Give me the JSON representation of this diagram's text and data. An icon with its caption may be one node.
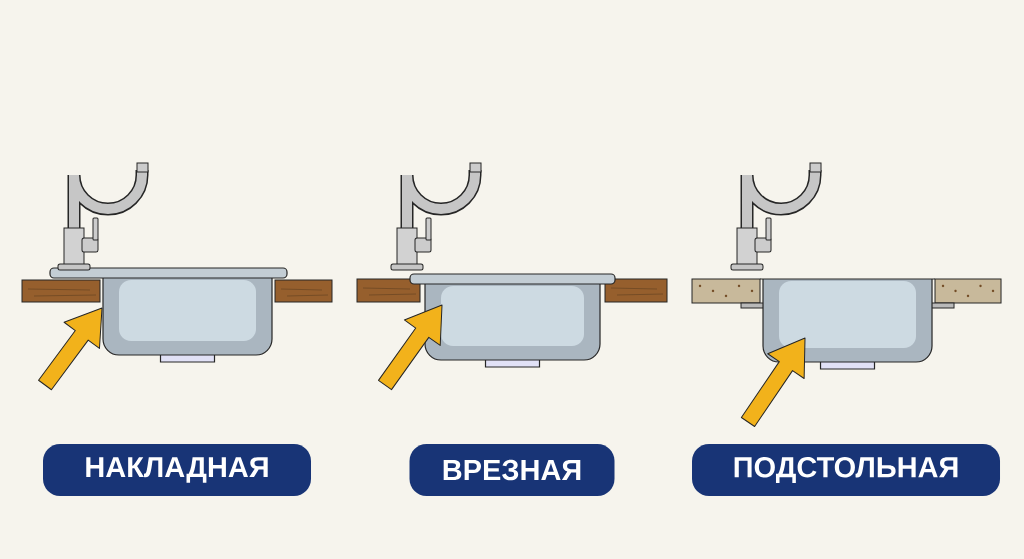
{
  "diagram": {
    "nodes": [
      {
        "text": [
          "НАКЛАДНАЯ"
        ]
      },
      {
        "text": [
          "ВРЕЗНАЯ"
        ]
      },
      {
        "text": [
          "ПОДСТОЛЬНАЯ"
        ]
      }
    ]
  }
}
